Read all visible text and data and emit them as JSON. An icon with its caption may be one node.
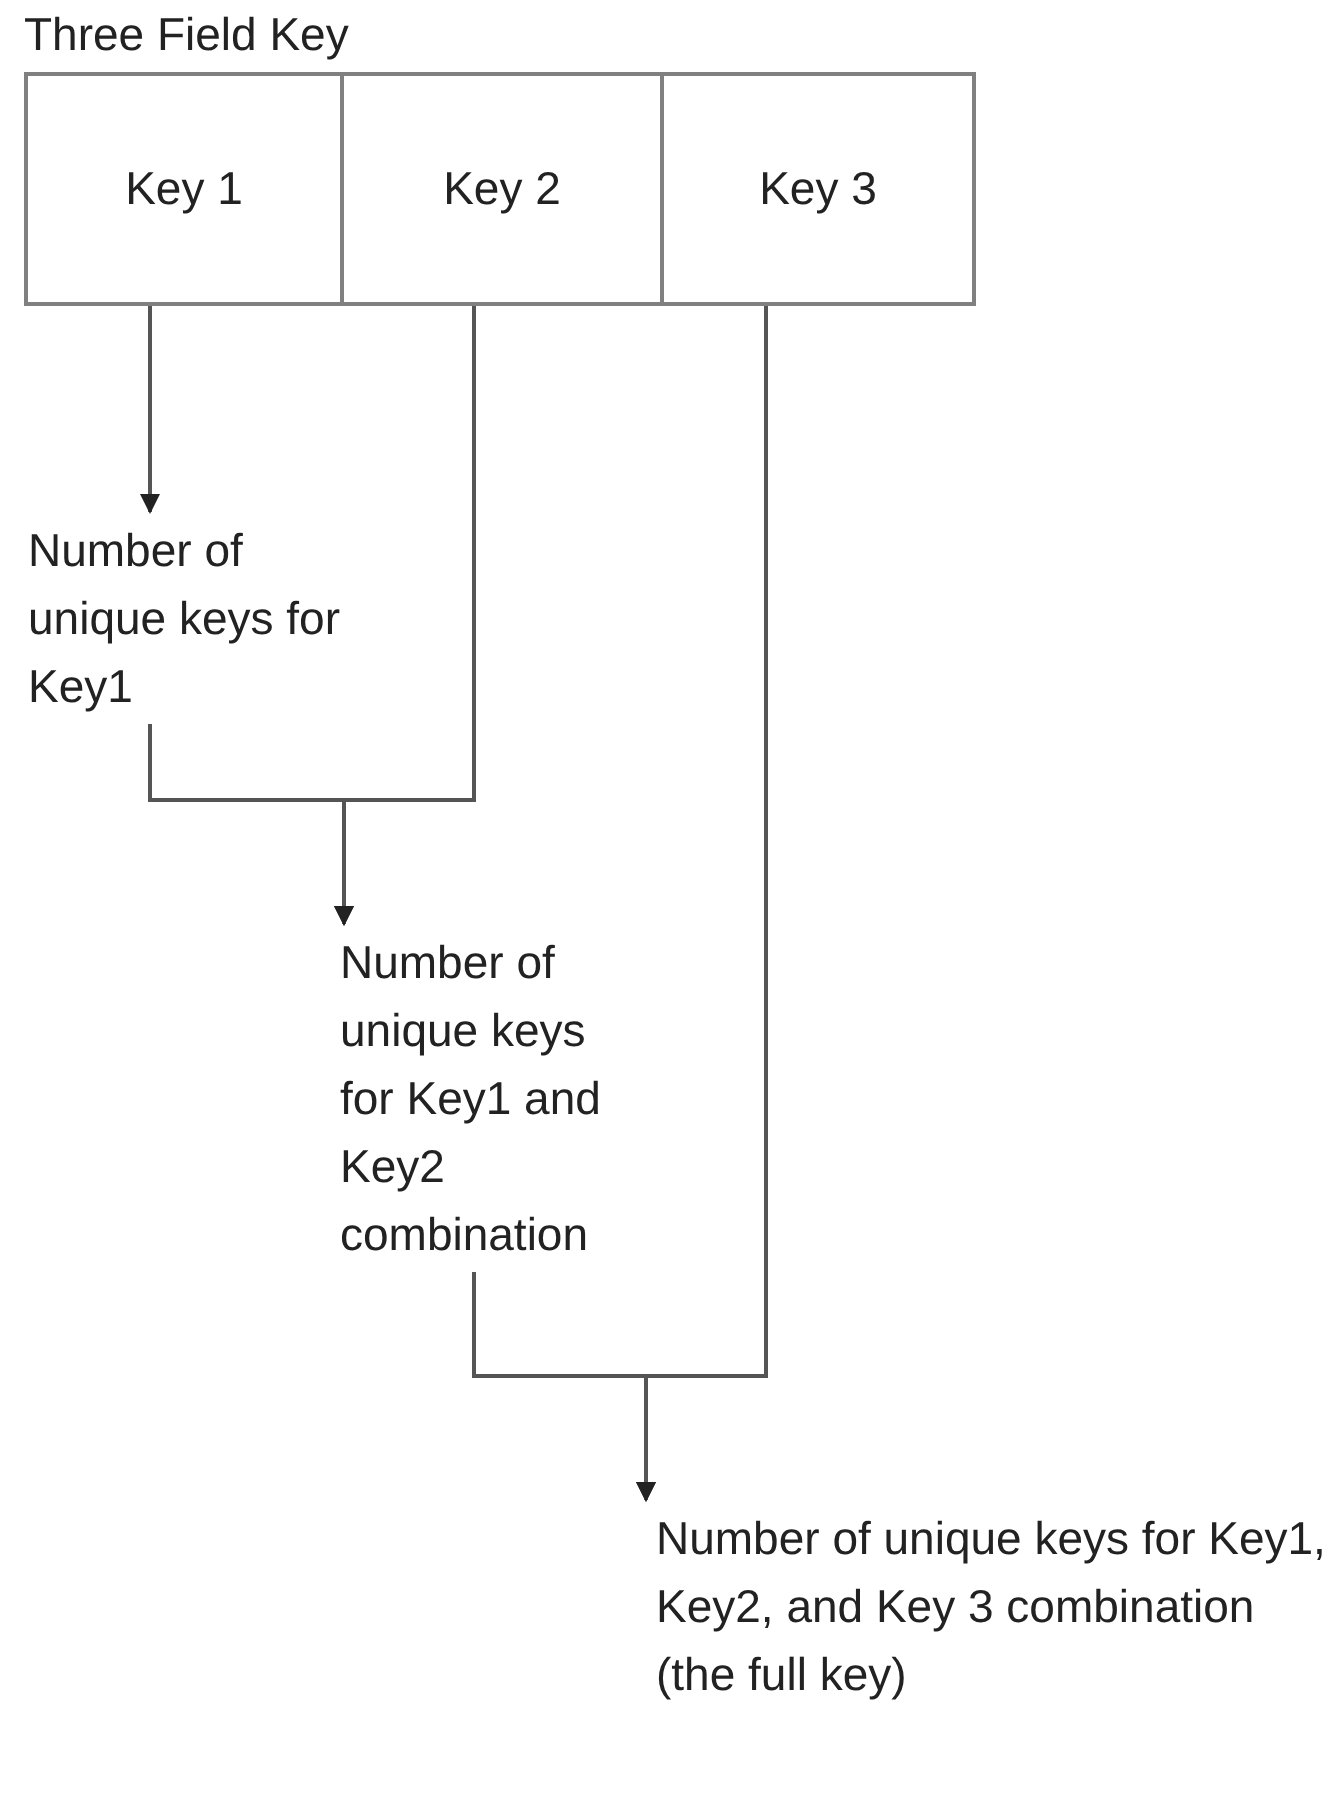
{
  "diagram": {
    "nodes": [
      {
        "text": [
          "Three Field Key"
        ]
      },
      {
        "text": [
          "Key 1"
        ],
        "in": 0
      },
      {
        "text": [
          "Key 2"
        ],
        "in": 0
      },
      {
        "text": [
          "Key 3"
        ],
        "in": 0
      },
      {
        "text": [
          "Number of unique keys for Key1"
        ]
      },
      {
        "text": [
          "Number of unique keys for Key1 and Key2 combination"
        ]
      },
      {
        "text": [
          "Number of unique keys for Key1, Key2, and Key 3 combination (the full key)"
        ]
      }
    ],
    "edges": [
      {
        "from": 1,
        "to": 4,
        "arrow": "to"
      },
      {
        "from": 4,
        "to": 5,
        "arrow": "to"
      },
      {
        "from": 2,
        "to": 5,
        "arrow": "to"
      },
      {
        "from": 5,
        "to": 6,
        "arrow": "to"
      },
      {
        "from": 3,
        "to": 6,
        "arrow": "to"
      }
    ]
  }
}
